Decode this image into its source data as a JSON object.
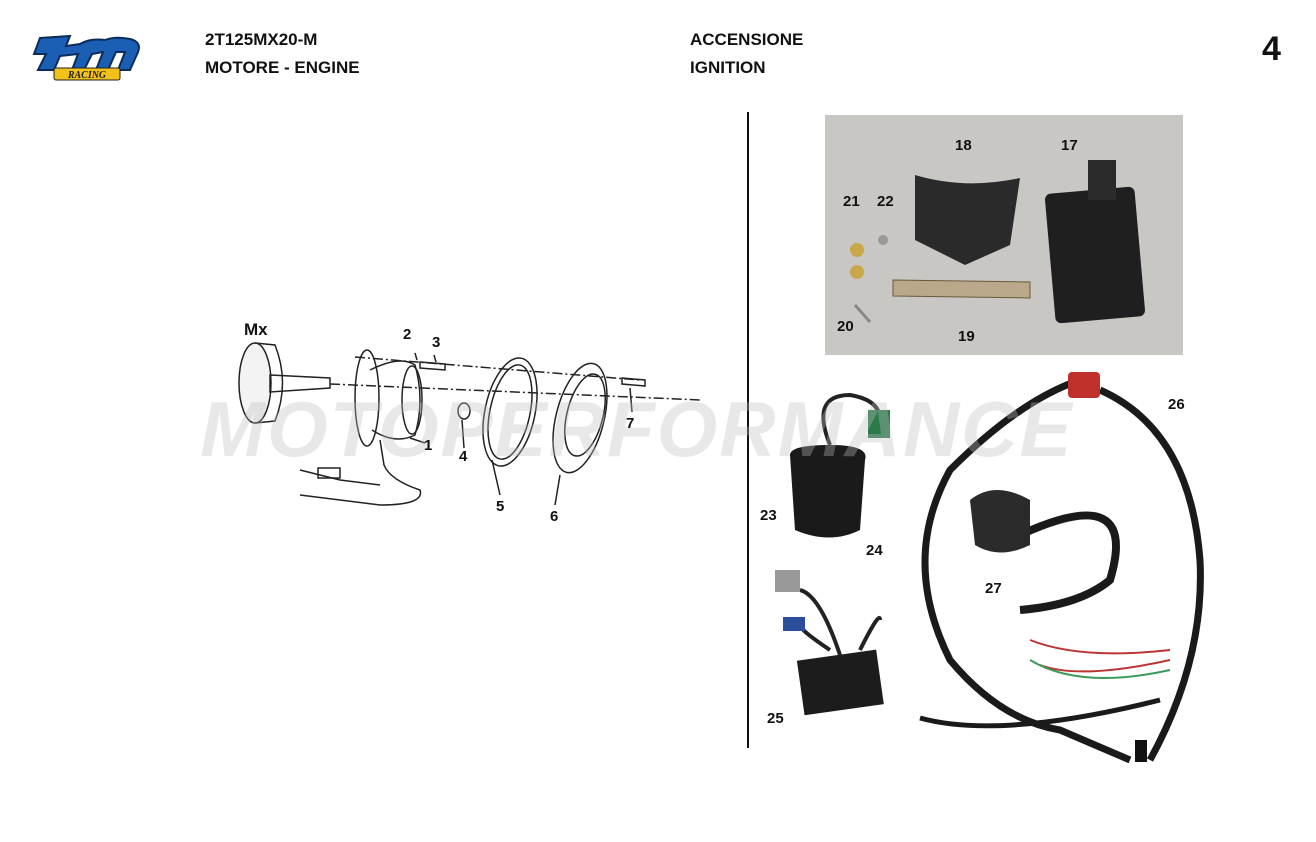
{
  "header": {
    "logo_text": "tm RACING",
    "model": "2T125MX20-M",
    "section": "MOTORE - ENGINE",
    "group_it": "ACCENSIONE",
    "group_en": "IGNITION",
    "page_number": "4"
  },
  "watermark": "MOTOPERFORMANCE",
  "diagram": {
    "variant_label": "Mx",
    "callouts": [
      "1",
      "2",
      "3",
      "4",
      "5",
      "6",
      "7"
    ]
  },
  "photos": {
    "callouts": [
      "17",
      "18",
      "19",
      "20",
      "21",
      "22",
      "23",
      "24",
      "25",
      "26",
      "27"
    ]
  },
  "colors": {
    "logo_blue": "#1b5fb5",
    "logo_yellow": "#f2c21b",
    "photo_bg": "#c9c7c4"
  }
}
